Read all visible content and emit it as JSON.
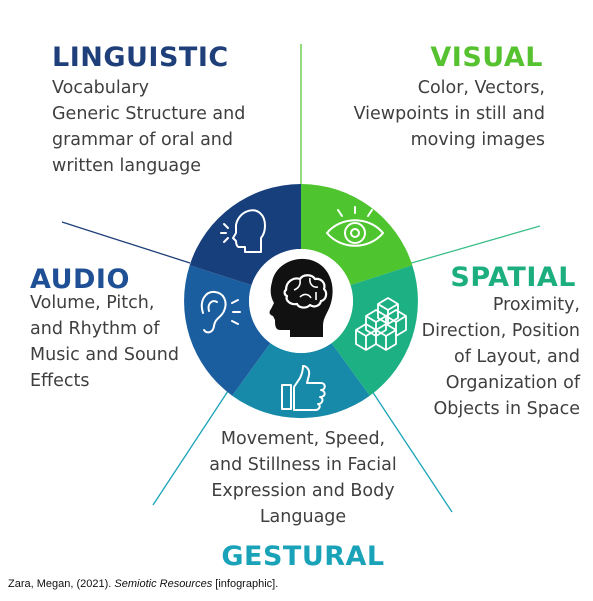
{
  "categories": {
    "linguistic": {
      "title": "LINGUISTIC",
      "lines": [
        "Vocabulary",
        "Generic Structure and",
        "grammar of oral and",
        "written language"
      ],
      "color": "#1f3f7a",
      "icon": "speaking-head-icon"
    },
    "visual": {
      "title": "VISUAL",
      "lines": [
        "Color, Vectors,",
        "Viewpoints in still and",
        "moving images"
      ],
      "color": "#57c230",
      "icon": "eye-icon"
    },
    "audio": {
      "title": "AUDIO",
      "lines": [
        "Volume, Pitch,",
        "and Rhythm of",
        "Music and Sound",
        "Effects"
      ],
      "color": "#1f4f94",
      "icon": "ear-icon"
    },
    "spatial": {
      "title": "SPATIAL",
      "lines": [
        "Proximity,",
        "Direction, Position",
        "of Layout, and",
        "Organization of",
        "Objects in Space"
      ],
      "color": "#1cae7e",
      "icon": "cubes-icon"
    },
    "gestural": {
      "title": "GESTURAL",
      "lines": [
        "Movement, Speed,",
        "and Stillness in Facial",
        "Expression and Body",
        "Language"
      ],
      "color": "#1aa3b8",
      "icon": "thumbs-up-icon"
    }
  },
  "center_icon": "head-brain-icon",
  "citation": {
    "prefix": "Zara, Megan, (2021). ",
    "title": "Semiotic Resources",
    "suffix": " [infographic]."
  }
}
